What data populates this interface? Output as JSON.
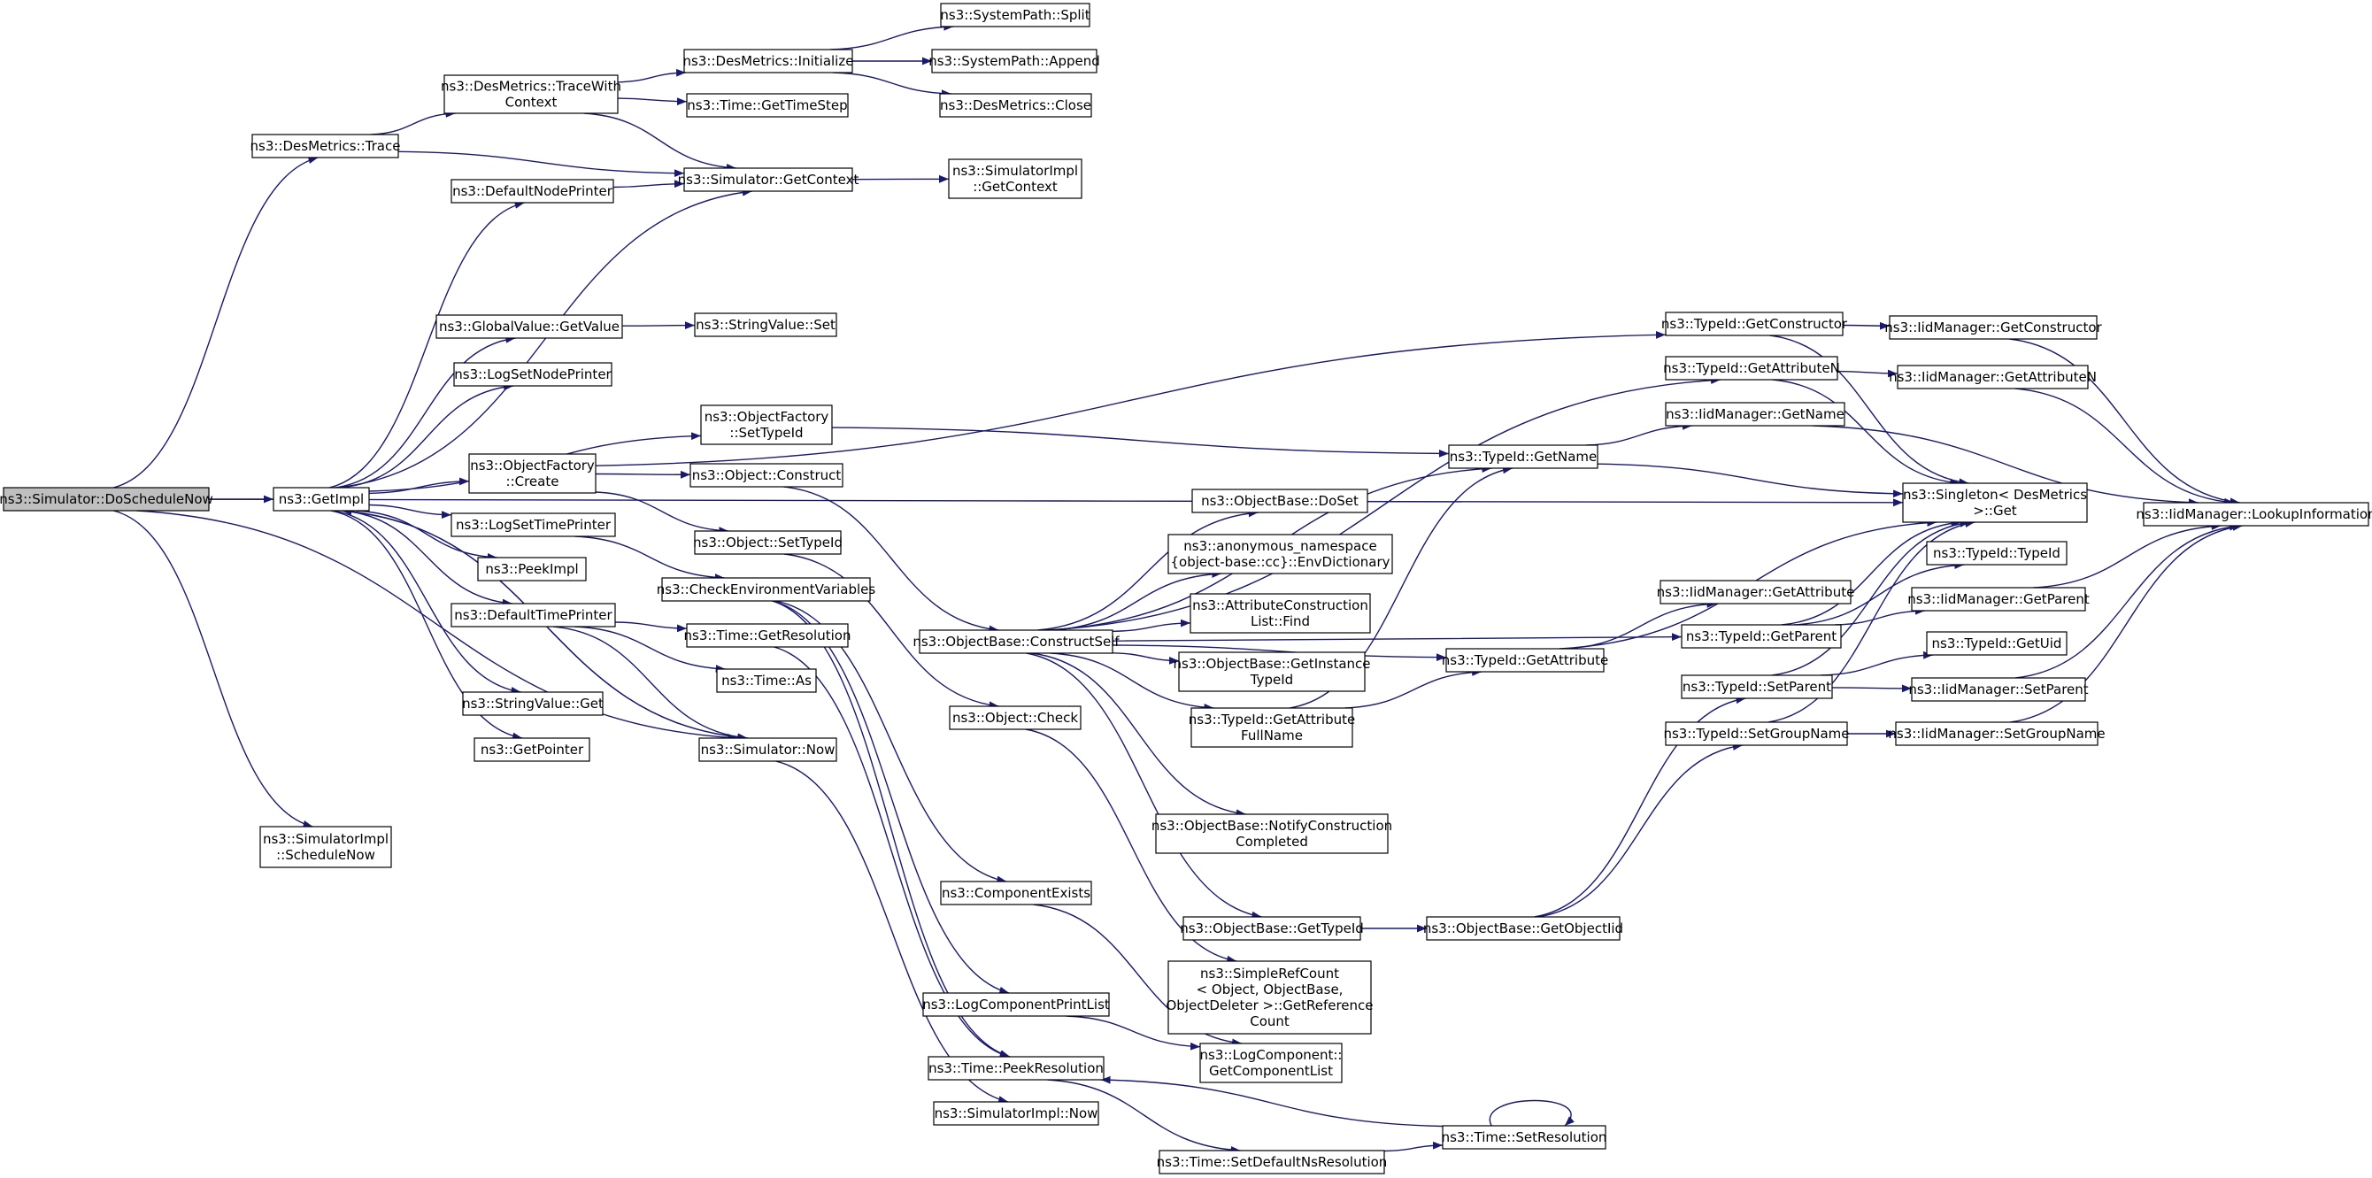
{
  "diagram": {
    "colors": {
      "edge": "#191970",
      "node_border": "#000000",
      "node_fill": "#ffffff",
      "root_fill": "#bfbfbf",
      "text": "#000000"
    },
    "nodes": [
      {
        "id": "root",
        "root": true,
        "lines": [
          "ns3::Simulator::DoScheduleNow"
        ]
      },
      {
        "id": "getimpl",
        "lines": [
          "ns3::GetImpl"
        ]
      },
      {
        "id": "desmetrics-trace",
        "lines": [
          "ns3::DesMetrics::Trace"
        ]
      },
      {
        "id": "simimpl-schedulenow",
        "lines": [
          "ns3::SimulatorImpl",
          "::ScheduleNow"
        ]
      },
      {
        "id": "tracewithcontext",
        "lines": [
          "ns3::DesMetrics::TraceWith",
          "Context"
        ]
      },
      {
        "id": "defaultnodeprinter",
        "lines": [
          "ns3::DefaultNodePrinter"
        ]
      },
      {
        "id": "globalvalue-getvalue",
        "lines": [
          "ns3::GlobalValue::GetValue"
        ]
      },
      {
        "id": "logsetnodeprinter",
        "lines": [
          "ns3::LogSetNodePrinter"
        ]
      },
      {
        "id": "objectfactory-create",
        "lines": [
          "ns3::ObjectFactory",
          "::Create"
        ]
      },
      {
        "id": "logsettimeprinter",
        "lines": [
          "ns3::LogSetTimePrinter"
        ]
      },
      {
        "id": "peekimpl",
        "lines": [
          "ns3::PeekImpl"
        ]
      },
      {
        "id": "defaulttimeprinter",
        "lines": [
          "ns3::DefaultTimePrinter"
        ]
      },
      {
        "id": "stringvalue-get",
        "lines": [
          "ns3::StringValue::Get"
        ]
      },
      {
        "id": "getpointer",
        "lines": [
          "ns3::GetPointer"
        ]
      },
      {
        "id": "desmetrics-initialize",
        "lines": [
          "ns3::DesMetrics::Initialize"
        ]
      },
      {
        "id": "time-gettimestep",
        "lines": [
          "ns3::Time::GetTimeStep"
        ]
      },
      {
        "id": "simulator-getcontext",
        "lines": [
          "ns3::Simulator::GetContext"
        ]
      },
      {
        "id": "stringvalue-set",
        "lines": [
          "ns3::StringValue::Set"
        ]
      },
      {
        "id": "objectfactory-settypeid",
        "lines": [
          "ns3::ObjectFactory",
          "::SetTypeId"
        ]
      },
      {
        "id": "object-construct",
        "lines": [
          "ns3::Object::Construct"
        ]
      },
      {
        "id": "object-settypeid",
        "lines": [
          "ns3::Object::SetTypeId"
        ]
      },
      {
        "id": "checkenvvars",
        "lines": [
          "ns3::CheckEnvironmentVariables"
        ]
      },
      {
        "id": "time-getresolution",
        "lines": [
          "ns3::Time::GetResolution"
        ]
      },
      {
        "id": "time-as",
        "lines": [
          "ns3::Time::As"
        ]
      },
      {
        "id": "simulator-now",
        "lines": [
          "ns3::Simulator::Now"
        ]
      },
      {
        "id": "systempath-split",
        "lines": [
          "ns3::SystemPath::Split"
        ]
      },
      {
        "id": "systempath-append",
        "lines": [
          "ns3::SystemPath::Append"
        ]
      },
      {
        "id": "desmetrics-close",
        "lines": [
          "ns3::DesMetrics::Close"
        ]
      },
      {
        "id": "simimpl-getcontext",
        "lines": [
          "ns3::SimulatorImpl",
          "::GetContext"
        ]
      },
      {
        "id": "constructself",
        "lines": [
          "ns3::ObjectBase::ConstructSelf"
        ]
      },
      {
        "id": "object-check",
        "lines": [
          "ns3::Object::Check"
        ]
      },
      {
        "id": "componentexists",
        "lines": [
          "ns3::ComponentExists"
        ]
      },
      {
        "id": "logcomponentprintlist",
        "lines": [
          "ns3::LogComponentPrintList"
        ]
      },
      {
        "id": "time-peekresolution",
        "lines": [
          "ns3::Time::PeekResolution"
        ]
      },
      {
        "id": "simimpl-now",
        "lines": [
          "ns3::SimulatorImpl::Now"
        ]
      },
      {
        "id": "objectbase-doset",
        "lines": [
          "ns3::ObjectBase::DoSet"
        ]
      },
      {
        "id": "envdictionary",
        "lines": [
          "ns3::anonymous_namespace",
          "{object-base::cc}::EnvDictionary"
        ]
      },
      {
        "id": "attrconstructionlist-find",
        "lines": [
          "ns3::AttributeConstruction",
          "List::Find"
        ]
      },
      {
        "id": "getinstancetypeid",
        "lines": [
          "ns3::ObjectBase::GetInstance",
          "TypeId"
        ]
      },
      {
        "id": "typeid-getattributefullname",
        "lines": [
          "ns3::TypeId::GetAttribute",
          "FullName"
        ]
      },
      {
        "id": "notifyconstructioncompleted",
        "lines": [
          "ns3::ObjectBase::NotifyConstruction",
          "Completed"
        ]
      },
      {
        "id": "objectbase-gettypeid",
        "lines": [
          "ns3::ObjectBase::GetTypeId"
        ]
      },
      {
        "id": "simplerefcount",
        "lines": [
          "ns3::SimpleRefCount",
          "< Object, ObjectBase,",
          "ObjectDeleter >::GetReference",
          "Count"
        ]
      },
      {
        "id": "logcomponent-getcomponentlist",
        "lines": [
          "ns3::LogComponent::",
          "GetComponentList"
        ]
      },
      {
        "id": "time-setdefaultnsresolution",
        "lines": [
          "ns3::Time::SetDefaultNsResolution"
        ]
      },
      {
        "id": "typeid-getname",
        "lines": [
          "ns3::TypeId::GetName"
        ]
      },
      {
        "id": "typeid-getattribute",
        "lines": [
          "ns3::TypeId::GetAttribute"
        ]
      },
      {
        "id": "objectbase-getobjectiid",
        "lines": [
          "ns3::ObjectBase::GetObjectIid"
        ]
      },
      {
        "id": "time-setresolution",
        "lines": [
          "ns3::Time::SetResolution"
        ]
      },
      {
        "id": "typeid-getconstructor",
        "lines": [
          "ns3::TypeId::GetConstructor"
        ]
      },
      {
        "id": "typeid-getattributen",
        "lines": [
          "ns3::TypeId::GetAttributeN"
        ]
      },
      {
        "id": "iidmanager-getname",
        "lines": [
          "ns3::IidManager::GetName"
        ]
      },
      {
        "id": "iidmanager-getattribute",
        "lines": [
          "ns3::IidManager::GetAttribute"
        ]
      },
      {
        "id": "typeid-getparent",
        "lines": [
          "ns3::TypeId::GetParent"
        ]
      },
      {
        "id": "typeid-setparent",
        "lines": [
          "ns3::TypeId::SetParent"
        ]
      },
      {
        "id": "typeid-setgroupname",
        "lines": [
          "ns3::TypeId::SetGroupName"
        ]
      },
      {
        "id": "iidmanager-getconstructor",
        "lines": [
          "ns3::IidManager::GetConstructor"
        ]
      },
      {
        "id": "iidmanager-getattributen",
        "lines": [
          "ns3::IidManager::GetAttributeN"
        ]
      },
      {
        "id": "singleton-get",
        "lines": [
          "ns3::Singleton< DesMetrics",
          ">::Get"
        ]
      },
      {
        "id": "typeid-typeid",
        "lines": [
          "ns3::TypeId::TypeId"
        ]
      },
      {
        "id": "iidmanager-getparent",
        "lines": [
          "ns3::IidManager::GetParent"
        ]
      },
      {
        "id": "typeid-getuid",
        "lines": [
          "ns3::TypeId::GetUid"
        ]
      },
      {
        "id": "iidmanager-setparent",
        "lines": [
          "ns3::IidManager::SetParent"
        ]
      },
      {
        "id": "iidmanager-setgroupname",
        "lines": [
          "ns3::IidManager::SetGroupName"
        ]
      },
      {
        "id": "iidmanager-lookupinformation",
        "lines": [
          "ns3::IidManager::LookupInformation"
        ]
      }
    ],
    "edges": [
      [
        "root",
        "getimpl"
      ],
      [
        "root",
        "desmetrics-trace"
      ],
      [
        "root",
        "simimpl-schedulenow"
      ],
      [
        "root",
        "singleton-get"
      ],
      [
        "root",
        "simulator-now"
      ],
      [
        "desmetrics-trace",
        "tracewithcontext"
      ],
      [
        "desmetrics-trace",
        "simulator-getcontext"
      ],
      [
        "tracewithcontext",
        "desmetrics-initialize"
      ],
      [
        "tracewithcontext",
        "time-gettimestep"
      ],
      [
        "tracewithcontext",
        "simulator-getcontext"
      ],
      [
        "desmetrics-initialize",
        "systempath-split"
      ],
      [
        "desmetrics-initialize",
        "systempath-append"
      ],
      [
        "desmetrics-initialize",
        "desmetrics-close"
      ],
      [
        "simulator-getcontext",
        "simimpl-getcontext"
      ],
      [
        "getimpl",
        "defaultnodeprinter"
      ],
      [
        "getimpl",
        "simulator-getcontext"
      ],
      [
        "getimpl",
        "globalvalue-getvalue"
      ],
      [
        "getimpl",
        "logsetnodeprinter"
      ],
      [
        "getimpl",
        "objectfactory-settypeid"
      ],
      [
        "getimpl",
        "objectfactory-create"
      ],
      [
        "getimpl",
        "logsettimeprinter"
      ],
      [
        "getimpl",
        "peekimpl"
      ],
      [
        "getimpl",
        "defaulttimeprinter"
      ],
      [
        "getimpl",
        "stringvalue-get"
      ],
      [
        "getimpl",
        "getpointer"
      ],
      [
        "getimpl",
        "simulator-now"
      ],
      [
        "defaultnodeprinter",
        "simulator-getcontext"
      ],
      [
        "globalvalue-getvalue",
        "stringvalue-set"
      ],
      [
        "objectfactory-create",
        "object-construct"
      ],
      [
        "objectfactory-create",
        "object-settypeid"
      ],
      [
        "objectfactory-create",
        "typeid-getconstructor"
      ],
      [
        "objectfactory-settypeid",
        "typeid-getname"
      ],
      [
        "logsettimeprinter",
        "checkenvvars"
      ],
      [
        "defaulttimeprinter",
        "time-getresolution"
      ],
      [
        "defaulttimeprinter",
        "time-as"
      ],
      [
        "defaulttimeprinter",
        "simulator-now"
      ],
      [
        "simulator-now",
        "getimpl"
      ],
      [
        "simulator-now",
        "simimpl-now"
      ],
      [
        "object-construct",
        "constructself"
      ],
      [
        "object-settypeid",
        "object-check"
      ],
      [
        "checkenvvars",
        "componentexists"
      ],
      [
        "checkenvvars",
        "logcomponentprintlist"
      ],
      [
        "checkenvvars",
        "time-peekresolution"
      ],
      [
        "time-getresolution",
        "time-peekresolution"
      ],
      [
        "componentexists",
        "logcomponent-getcomponentlist"
      ],
      [
        "logcomponentprintlist",
        "logcomponent-getcomponentlist"
      ],
      [
        "object-check",
        "simplerefcount"
      ],
      [
        "constructself",
        "objectbase-doset"
      ],
      [
        "constructself",
        "envdictionary"
      ],
      [
        "constructself",
        "attrconstructionlist-find"
      ],
      [
        "constructself",
        "getinstancetypeid"
      ],
      [
        "constructself",
        "typeid-getattributefullname"
      ],
      [
        "constructself",
        "notifyconstructioncompleted"
      ],
      [
        "constructself",
        "objectbase-gettypeid"
      ],
      [
        "constructself",
        "typeid-getname"
      ],
      [
        "constructself",
        "typeid-getattribute"
      ],
      [
        "constructself",
        "typeid-getattributen"
      ],
      [
        "constructself",
        "typeid-getparent"
      ],
      [
        "typeid-getattributefullname",
        "typeid-getname"
      ],
      [
        "typeid-getattributefullname",
        "typeid-getattribute"
      ],
      [
        "objectbase-gettypeid",
        "objectbase-getobjectiid"
      ],
      [
        "objectbase-getobjectiid",
        "typeid-setparent"
      ],
      [
        "objectbase-getobjectiid",
        "typeid-setgroupname"
      ],
      [
        "typeid-getname",
        "iidmanager-getname"
      ],
      [
        "typeid-getname",
        "singleton-get"
      ],
      [
        "typeid-getattribute",
        "iidmanager-getattribute"
      ],
      [
        "typeid-getattribute",
        "singleton-get"
      ],
      [
        "typeid-getconstructor",
        "iidmanager-getconstructor"
      ],
      [
        "typeid-getconstructor",
        "singleton-get"
      ],
      [
        "typeid-getattributen",
        "iidmanager-getattributen"
      ],
      [
        "typeid-getattributen",
        "singleton-get"
      ],
      [
        "typeid-getparent",
        "typeid-typeid"
      ],
      [
        "typeid-getparent",
        "iidmanager-getparent"
      ],
      [
        "typeid-getparent",
        "singleton-get"
      ],
      [
        "typeid-setparent",
        "typeid-getuid"
      ],
      [
        "typeid-setparent",
        "iidmanager-setparent"
      ],
      [
        "typeid-setparent",
        "singleton-get"
      ],
      [
        "typeid-setgroupname",
        "iidmanager-setgroupname"
      ],
      [
        "typeid-setgroupname",
        "singleton-get"
      ],
      [
        "iidmanager-getname",
        "iidmanager-lookupinformation"
      ],
      [
        "iidmanager-getconstructor",
        "iidmanager-lookupinformation"
      ],
      [
        "iidmanager-getattributen",
        "iidmanager-lookupinformation"
      ],
      [
        "iidmanager-getparent",
        "iidmanager-lookupinformation"
      ],
      [
        "iidmanager-setparent",
        "iidmanager-lookupinformation"
      ],
      [
        "iidmanager-setgroupname",
        "iidmanager-lookupinformation"
      ],
      [
        "time-setdefaultnsresolution",
        "time-setresolution"
      ],
      [
        "time-setresolution",
        "time-peekresolution"
      ],
      [
        "time-setresolution",
        "time-setresolution"
      ],
      [
        "time-peekresolution",
        "time-setdefaultnsresolution"
      ]
    ]
  }
}
